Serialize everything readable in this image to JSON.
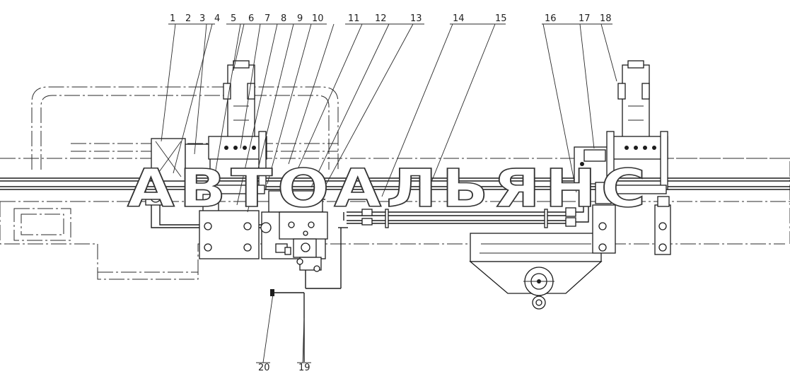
{
  "watermark": "АВТОАЛЬЯНС",
  "callouts": [
    "1",
    "2",
    "3",
    "4",
    "5",
    "6",
    "7",
    "8",
    "9",
    "10",
    "11",
    "12",
    "13",
    "14",
    "15",
    "16",
    "17",
    "18",
    "20",
    "19"
  ]
}
